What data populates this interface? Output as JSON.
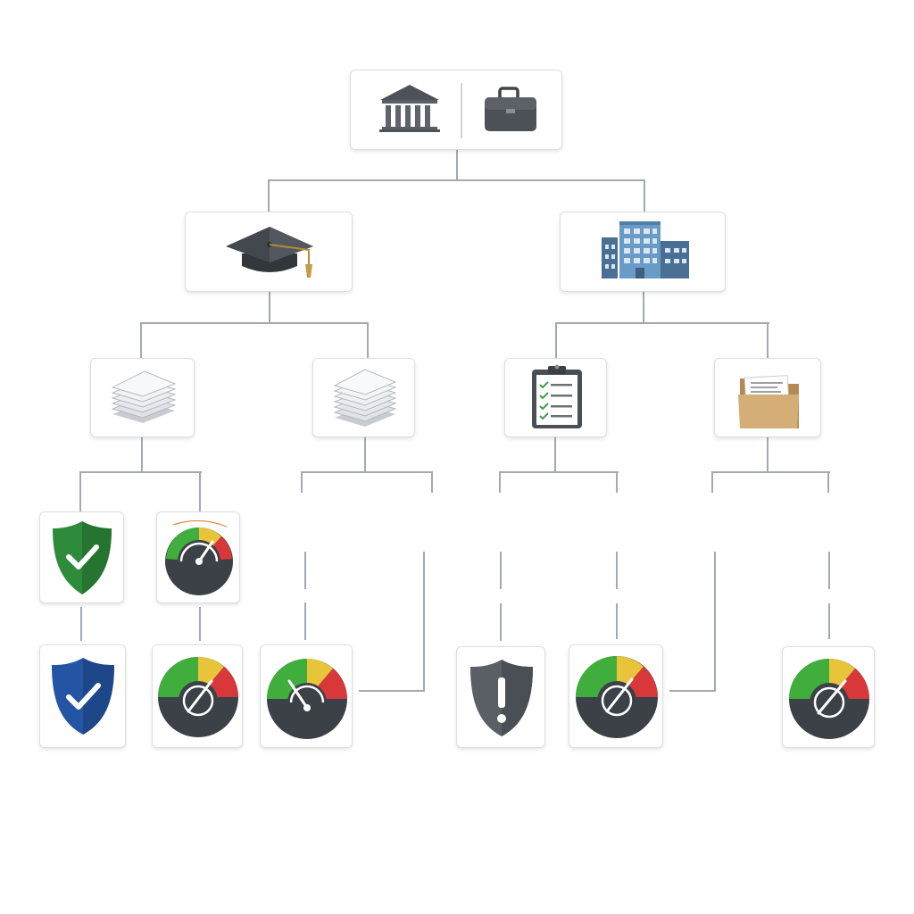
{
  "diagram": {
    "nodes": [
      {
        "name": "root-node",
        "icons": [
          "bank-icon",
          "briefcase-icon"
        ]
      },
      {
        "name": "education-node",
        "icons": [
          "graduation-cap-icon"
        ]
      },
      {
        "name": "office-buildings-node",
        "icons": [
          "office-buildings-icon"
        ]
      },
      {
        "name": "document-stack-node-1",
        "icons": [
          "document-stack-icon"
        ]
      },
      {
        "name": "document-stack-node-2",
        "icons": [
          "document-stack-icon"
        ]
      },
      {
        "name": "checklist-node",
        "icons": [
          "clipboard-checklist-icon"
        ]
      },
      {
        "name": "folder-node",
        "icons": [
          "folder-icon"
        ]
      },
      {
        "name": "green-shield-node",
        "icons": [
          "shield-check-icon"
        ]
      },
      {
        "name": "gauge-node-1",
        "icons": [
          "gauge-icon"
        ]
      },
      {
        "name": "blue-shield-node",
        "icons": [
          "shield-check-icon"
        ]
      },
      {
        "name": "gauge-node-2",
        "icons": [
          "gauge-icon"
        ]
      },
      {
        "name": "gauge-node-3",
        "icons": [
          "gauge-icon"
        ]
      },
      {
        "name": "warning-shield-node",
        "icons": [
          "shield-warning-icon"
        ]
      },
      {
        "name": "gauge-node-4",
        "icons": [
          "gauge-icon"
        ]
      },
      {
        "name": "gauge-node-5",
        "icons": [
          "gauge-icon"
        ]
      }
    ],
    "colors": {
      "connector": "#a4a9b0",
      "shield_green": "#2e8b3a",
      "shield_blue": "#2455a4",
      "shield_gray": "#5a5f66",
      "gauge_green": "#3fae3c",
      "gauge_yellow": "#e8c43a",
      "gauge_red": "#d9383a",
      "gauge_dark": "#3c4148",
      "folder": "#c9a46b",
      "building": "#6a9bc6"
    }
  }
}
